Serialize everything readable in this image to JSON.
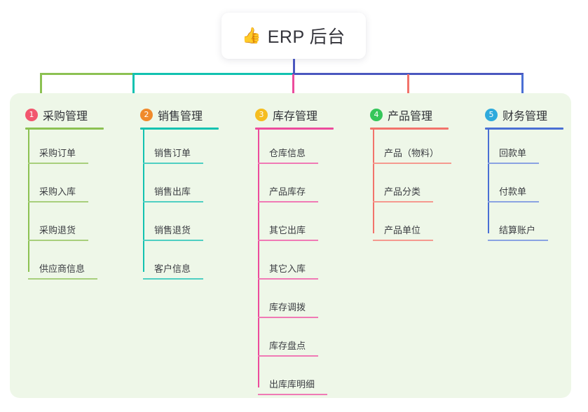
{
  "root": {
    "icon": "thumbs-up-icon",
    "icon_glyph": "👍",
    "title": "ERP 后台",
    "card_bg": "#ffffff",
    "trunk_color": "#4b57bf"
  },
  "panel": {
    "bg": "#eef7e8"
  },
  "colors": {
    "green": "#8cc152",
    "teal": "#12c2b0",
    "pink": "#ec4c9c",
    "salmon": "#f2736b",
    "blue": "#4a6fd4",
    "badge_1": "#f2566e",
    "badge_2": "#f08a2c",
    "badge_3": "#f5bd1f",
    "badge_4": "#35c65a",
    "badge_5": "#2eaadc",
    "text": "#3b3d42",
    "title_text": "#2f3136"
  },
  "columns": [
    {
      "index": "1",
      "badge_color": "#f2566e",
      "line_color": "#8cc152",
      "title": "采购管理",
      "items": [
        "采购订单",
        "采购入库",
        "采购退货",
        "供应商信息"
      ]
    },
    {
      "index": "2",
      "badge_color": "#f08a2c",
      "line_color": "#12c2b0",
      "title": "销售管理",
      "items": [
        "销售订单",
        "销售出库",
        "销售退货",
        "客户信息"
      ]
    },
    {
      "index": "3",
      "badge_color": "#f5bd1f",
      "line_color": "#ec4c9c",
      "title": "库存管理",
      "items": [
        "仓库信息",
        "产品库存",
        "其它出库",
        "其它入库",
        "库存调拨",
        "库存盘点",
        "出库库明细"
      ]
    },
    {
      "index": "4",
      "badge_color": "#35c65a",
      "line_color": "#f2736b",
      "title": "产品管理",
      "items": [
        "产品（物料）",
        "产品分类",
        "产品单位"
      ]
    },
    {
      "index": "5",
      "badge_color": "#2eaadc",
      "line_color": "#4a6fd4",
      "title": "财务管理",
      "items": [
        "回款单",
        "付款单",
        "结算账户"
      ]
    }
  ],
  "connector": {
    "bar_segments": [
      {
        "name": "green-segment",
        "color": "#8cc152"
      },
      {
        "name": "teal-segment",
        "color": "#12c2b0"
      },
      {
        "name": "blue-segment",
        "color": "#4b57bf"
      }
    ],
    "drops": [
      {
        "name": "drop-purchasing",
        "color": "#8cc152"
      },
      {
        "name": "drop-sales",
        "color": "#12c2b0"
      },
      {
        "name": "drop-inventory",
        "color": "#ec4c9c"
      },
      {
        "name": "drop-product",
        "color": "#f2736b"
      },
      {
        "name": "drop-finance",
        "color": "#4a6fd4"
      }
    ]
  }
}
